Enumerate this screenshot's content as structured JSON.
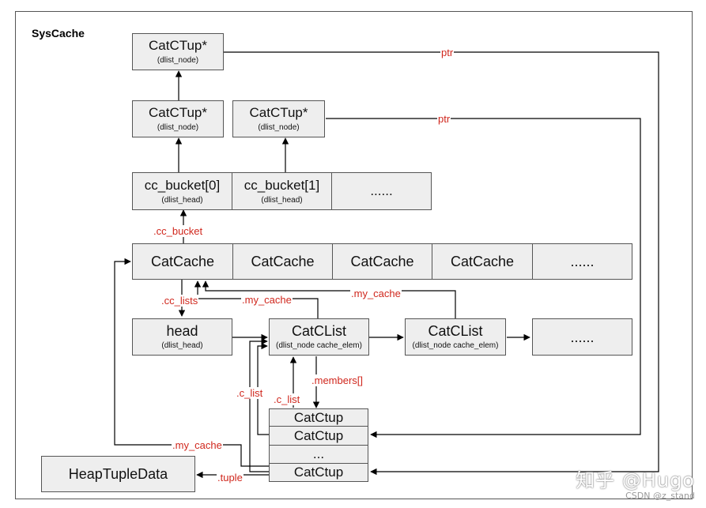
{
  "diagram": {
    "title": "SysCache",
    "catctup_top": {
      "main": "CatCTup*",
      "sub": "(dlist_node)"
    },
    "catctup_b0": {
      "main": "CatCTup*",
      "sub": "(dlist_node)"
    },
    "catctup_b1": {
      "main": "CatCTup*",
      "sub": "(dlist_node)"
    },
    "buckets": [
      {
        "main": "cc_bucket[0]",
        "sub": "(dlist_head)"
      },
      {
        "main": "cc_bucket[1]",
        "sub": "(dlist_head)"
      },
      {
        "main": "......",
        "sub": ""
      }
    ],
    "caches": [
      "CatCache",
      "CatCache",
      "CatCache",
      "CatCache",
      "......"
    ],
    "head": {
      "main": "head",
      "sub": "(dlist_head)"
    },
    "catclist1": {
      "main": "CatCList",
      "sub": "(dlist_node cache_elem)"
    },
    "catclist2": {
      "main": "CatCList",
      "sub": "(dlist_node cache_elem)"
    },
    "list_more": "......",
    "catctup_stack": [
      "CatCtup",
      "CatCtup",
      "...",
      "CatCtup"
    ],
    "heaptuple": "HeapTupleData",
    "labels": {
      "ptr_top": "ptr",
      "ptr_mid": "ptr",
      "cc_bucket": ".cc_bucket",
      "cc_lists": ".cc_lists",
      "my_cache_1": ".my_cache",
      "my_cache_2": ".my_cache",
      "members": ".members[]",
      "c_list_1": ".c_list",
      "c_list_2": ".c_list",
      "my_cache_3": ".my_cache",
      "tuple": ".tuple"
    },
    "watermark": "知乎 @Hugo",
    "credit": "CSDN @z_stand",
    "colors": {
      "box_fill": "#eeeeee",
      "border": "#555555",
      "label": "#d0271d",
      "line": "#000000"
    }
  }
}
